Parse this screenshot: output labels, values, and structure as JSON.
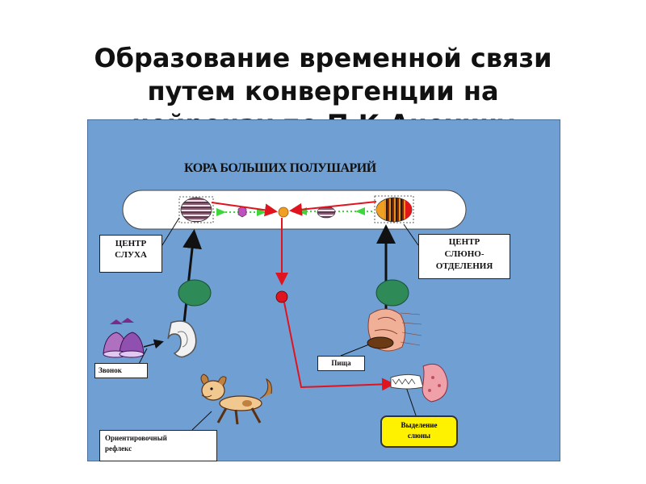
{
  "title": {
    "line1": "Образование временной связи",
    "line2": "путем конвергенции на",
    "line3": "нейронах по П.К.Анохину"
  },
  "diagram": {
    "cortex_label": "КОРА БОЛЬШИХ ПОЛУШАРИЙ",
    "center_hearing": {
      "line1": "ЦЕНТР",
      "line2": "СЛУХА"
    },
    "center_salivation": {
      "line1": "ЦЕНТР",
      "line2": "СЛЮНО-",
      "line3": "ОТДЕЛЕНИЯ"
    },
    "label_bell": "Звонок",
    "label_food": "Пища",
    "label_orienting": {
      "line1": "Ориентировочный",
      "line2": "рефлекс"
    },
    "saliva_callout": {
      "line1": "Выделение",
      "line2": "слюны"
    }
  },
  "colors": {
    "panel_bg": "#6f9fd3",
    "red_path": "#e0141e",
    "green_dotted": "#3fd53f",
    "ganglion_green": "#2e8b57",
    "callout_yellow": "#fff200"
  }
}
